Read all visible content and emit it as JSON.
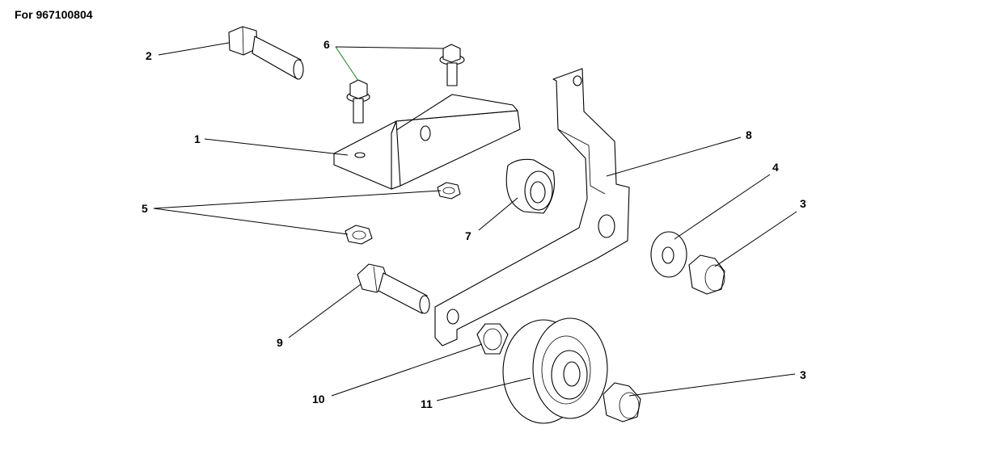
{
  "header": {
    "title": "For 967100804"
  },
  "callouts": [
    {
      "id": "1",
      "label": "1"
    },
    {
      "id": "2",
      "label": "2"
    },
    {
      "id": "3a",
      "label": "3"
    },
    {
      "id": "3b",
      "label": "3"
    },
    {
      "id": "4",
      "label": "4"
    },
    {
      "id": "5",
      "label": "5"
    },
    {
      "id": "6",
      "label": "6"
    },
    {
      "id": "7",
      "label": "7"
    },
    {
      "id": "8",
      "label": "8"
    },
    {
      "id": "9",
      "label": "9"
    },
    {
      "id": "10",
      "label": "10"
    },
    {
      "id": "11",
      "label": "11"
    }
  ],
  "colors": {
    "line": "#000000",
    "leader_accent": "#1a7a1a",
    "background": "#ffffff"
  }
}
